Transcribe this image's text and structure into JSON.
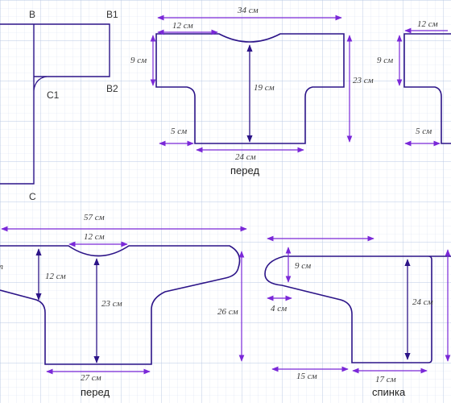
{
  "colors": {
    "grid": "#c9d6ec",
    "outline": "#2c1488",
    "arrow": "#7a28d8",
    "text": "#333333"
  },
  "points": {
    "B": "B",
    "B1": "B1",
    "B2": "B2",
    "C1": "C1",
    "C": "C"
  },
  "dims": {
    "top_front_width": "34 см",
    "top_front_neck": "12 см",
    "top_front_sleeve_h": "9 см",
    "top_front_body": "19 см",
    "top_front_total_h": "23 см",
    "top_front_cuff": "5 см",
    "top_front_bottom": "24 см",
    "top_back_neck": "12 см",
    "top_back_sleeve_h": "9 см",
    "top_back_cuff": "5 см",
    "big_total_width": "57 см",
    "big_front_neck": "12 см",
    "big_front_shoulder": "12 см",
    "big_front_body": "23 см",
    "big_front_total_h": "26 см",
    "big_front_bottom": "27 см",
    "big_back_sleeve_h": "9 см",
    "big_back_cuff": "4 см",
    "big_back_body": "24 см",
    "big_back_sleeve_len": "15 см",
    "big_back_bottom": "17 см"
  },
  "labels": {
    "front_top": "перед",
    "front_bottom": "перед",
    "back_bottom": "спинка"
  }
}
